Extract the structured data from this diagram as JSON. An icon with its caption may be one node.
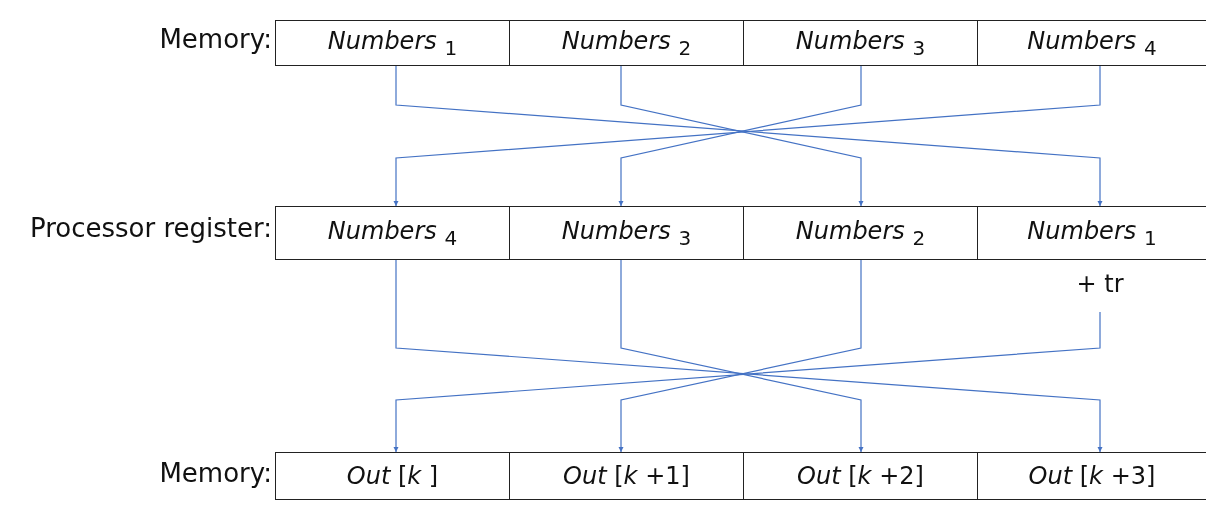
{
  "diagram": {
    "nodes": [
      {
        "text": [
          "*Numbers* $_{1}$"
        ]
      },
      {
        "text": [
          "*Numbers* $_{2}$"
        ]
      },
      {
        "text": [
          "*Numbers* $_{3}$"
        ]
      },
      {
        "text": [
          "*Numbers* $_{4}$"
        ]
      },
      {
        "text": [
          "*Numbers* $_{4}$"
        ]
      },
      {
        "text": [
          "*Numbers* $_{3}$"
        ]
      },
      {
        "text": [
          "*Numbers* $_{2}$"
        ]
      },
      {
        "text": [
          "*Numbers* $_{1}$"
        ],
        "beside": [
          "+ tr"
        ]
      },
      {
        "text": [
          "*Out* [*k* ]"
        ]
      },
      {
        "text": [
          "*Out* [*k* +1]"
        ]
      },
      {
        "text": [
          "*Out* [*k* +2]"
        ]
      },
      {
        "text": [
          "*Out* [*k* +3]"
        ]
      }
    ],
    "edges": [
      {
        "from": 0,
        "to": 7,
        "arrow": "to"
      },
      {
        "from": 1,
        "to": 6,
        "arrow": "to"
      },
      {
        "from": 2,
        "to": 5,
        "arrow": "to"
      },
      {
        "from": 3,
        "to": 4,
        "arrow": "to"
      },
      {
        "from": 4,
        "to": 11,
        "arrow": "to"
      },
      {
        "from": 5,
        "to": 10,
        "arrow": "to"
      },
      {
        "from": 6,
        "to": 9,
        "arrow": "to"
      },
      {
        "from": 7,
        "to": 8,
        "arrow": "to"
      }
    ],
    "labels": [
      "Memory:",
      "Processor register:",
      "Memory:"
    ]
  }
}
